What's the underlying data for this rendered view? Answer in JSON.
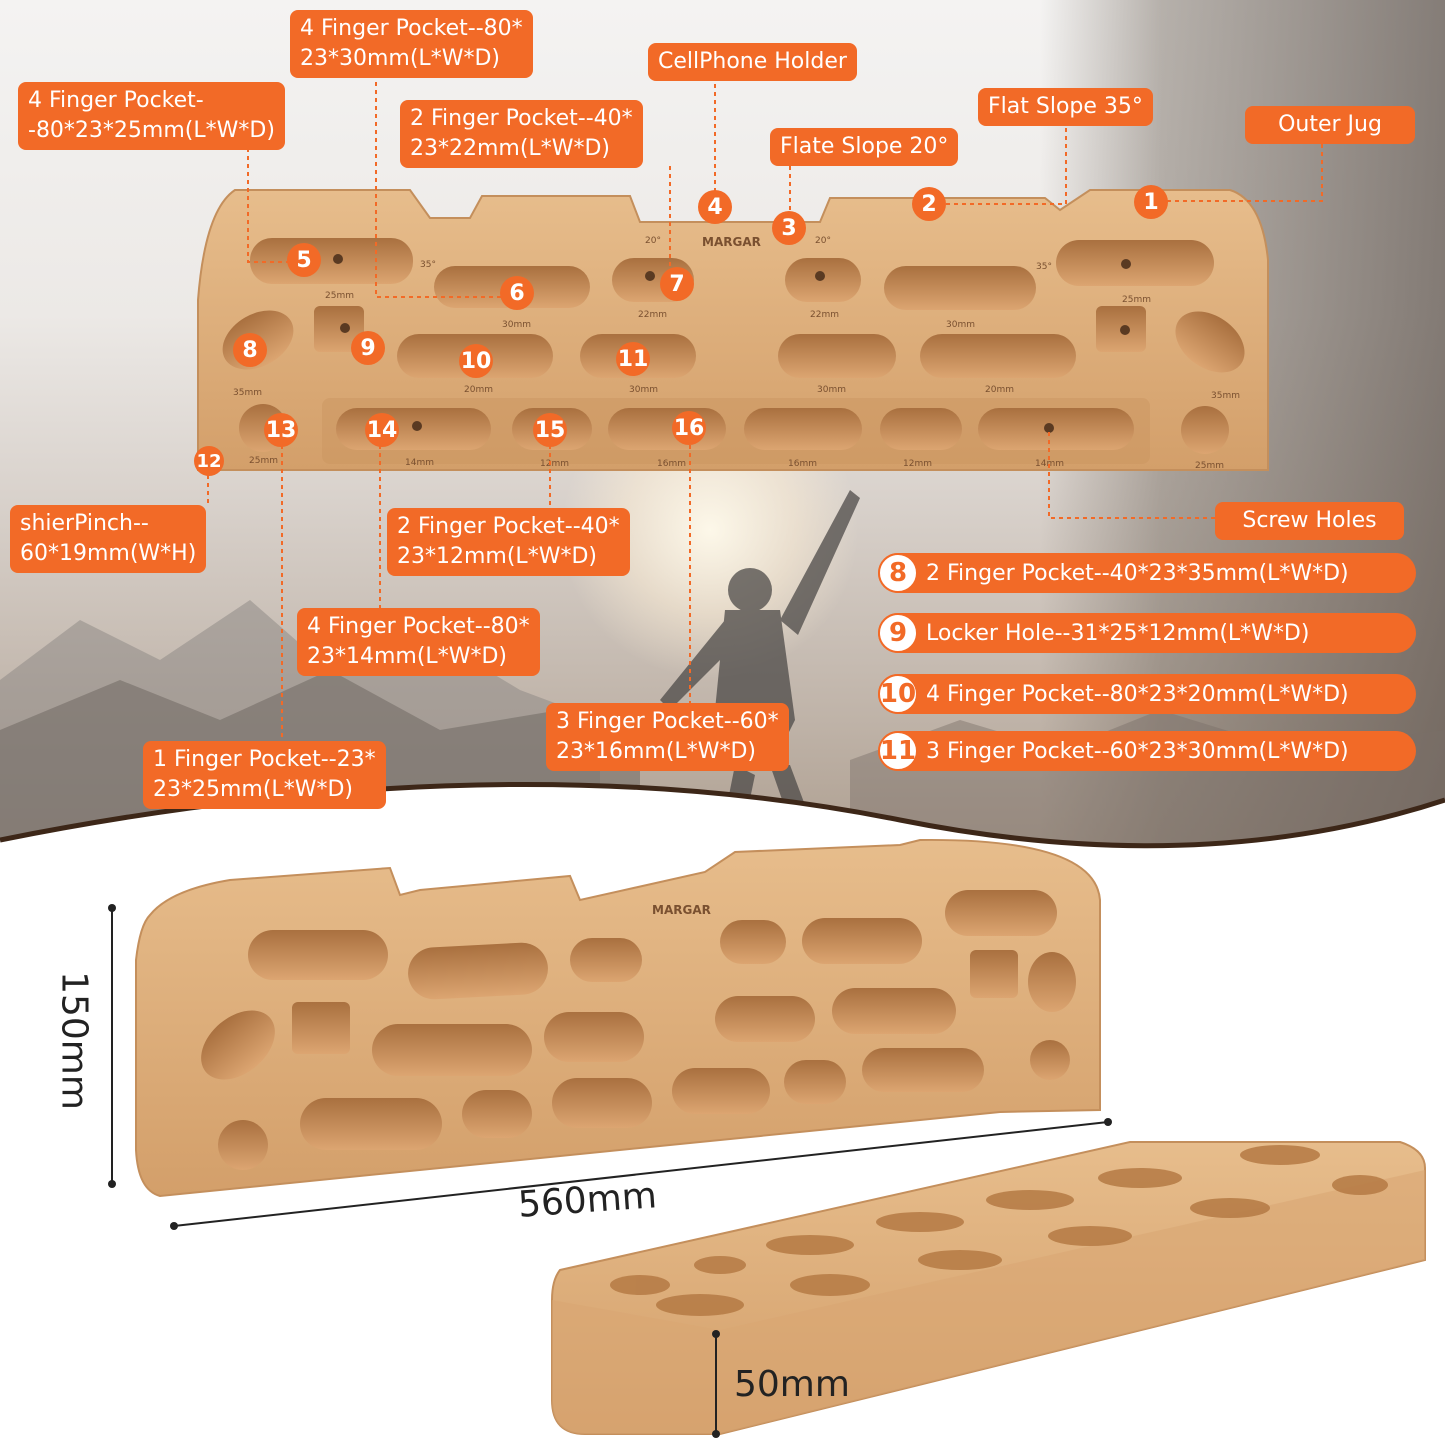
{
  "brand": "MARGAR",
  "colors": {
    "accent": "#f26a27",
    "wood": "#d9a872"
  },
  "labels": {
    "l_4fp_80_30": [
      "4 Finger Pocket--80*",
      "23*30mm(L*W*D)"
    ],
    "l_cellphone": [
      "CellPhone Holder"
    ],
    "l_4fp_80_25": [
      "4 Finger Pocket-",
      "-80*23*25mm(L*W*D)"
    ],
    "l_2fp_40_22": [
      "2 Finger Pocket--40*",
      "23*22mm(L*W*D)"
    ],
    "l_flat35": [
      "Flat Slope 35°"
    ],
    "l_flate20": [
      "Flate Slope 20°"
    ],
    "l_outer_jug": [
      "Outer Jug"
    ],
    "l_shier_pinch": [
      "shierPinch--",
      "60*19mm(W*H)"
    ],
    "l_2fp_40_12": [
      "2 Finger Pocket--40*",
      "23*12mm(L*W*D)"
    ],
    "l_screw_holes": [
      "Screw Holes"
    ],
    "l_4fp_80_14": [
      "4 Finger Pocket--80*",
      "23*14mm(L*W*D)"
    ],
    "l_3fp_60_16": [
      "3 Finger Pocket--60*",
      "23*16mm(L*W*D)"
    ],
    "l_1fp_23_25": [
      "1 Finger Pocket--23*",
      "23*25mm(L*W*D)"
    ]
  },
  "specs": [
    {
      "num": "8",
      "text": "2 Finger Pocket--40*23*35mm(L*W*D)"
    },
    {
      "num": "9",
      "text": "Locker Hole--31*25*12mm(L*W*D)"
    },
    {
      "num": "10",
      "text": "4 Finger Pocket--80*23*20mm(L*W*D)"
    },
    {
      "num": "11",
      "text": "3 Finger Pocket--60*23*30mm(L*W*D)"
    }
  ],
  "badges": [
    "1",
    "2",
    "3",
    "4",
    "5",
    "6",
    "7",
    "8",
    "9",
    "10",
    "11",
    "12",
    "13",
    "14",
    "15",
    "16"
  ],
  "board_marks": {
    "m35a": "35°",
    "m35b": "35°",
    "m20a": "20°",
    "m20b": "20°",
    "m25a": "25mm",
    "m30a": "30mm",
    "m22a": "22mm",
    "m22b": "22mm",
    "m30b": "30mm",
    "m25b": "25mm",
    "m35c": "35mm",
    "m20c": "20mm",
    "m30c": "30mm",
    "m30d": "30mm",
    "m20d": "20mm",
    "m35d": "35mm",
    "m25c": "25mm",
    "m14a": "14mm",
    "m12a": "12mm",
    "m16a": "16mm",
    "m16b": "16mm",
    "m12b": "12mm",
    "m14b": "14mm",
    "m25d": "25mm"
  },
  "dimensions": {
    "height": "150mm",
    "width": "560mm",
    "depth": "50mm"
  }
}
